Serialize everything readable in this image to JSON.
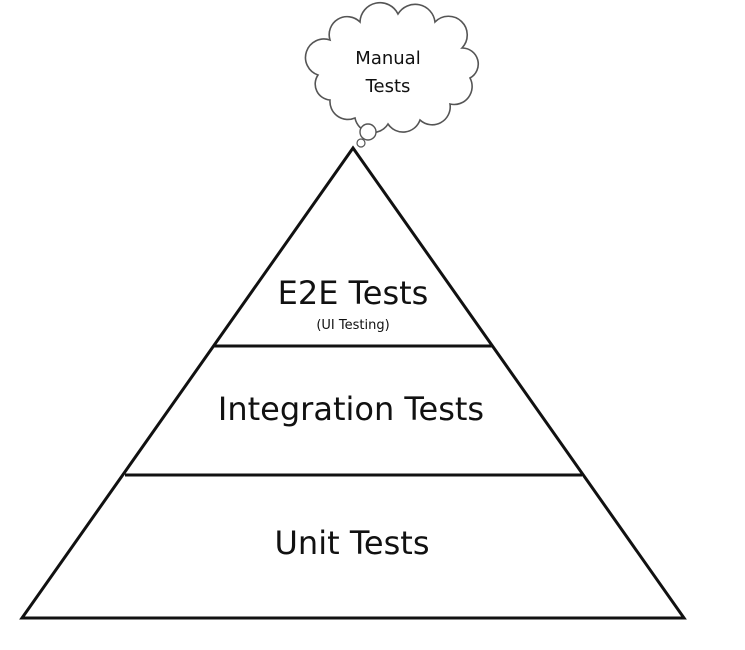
{
  "cloud": {
    "line1": "Manual",
    "line2": "Tests"
  },
  "tiers": {
    "top": {
      "title": "E2E Tests",
      "subtitle": "(UI Testing)"
    },
    "middle": {
      "title": "Integration Tests"
    },
    "bottom": {
      "title": "Unit Tests"
    }
  },
  "colors": {
    "stroke": "#111111",
    "cloud_stroke": "#555555"
  }
}
